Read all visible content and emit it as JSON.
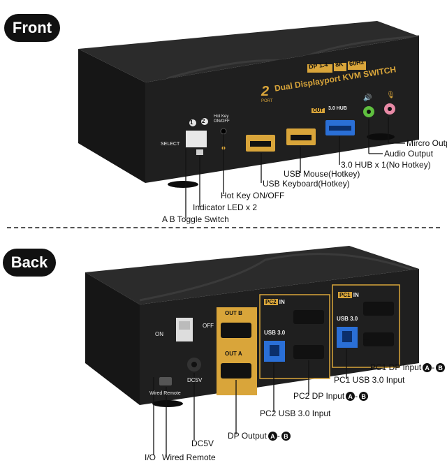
{
  "sections": {
    "front_label": "Front",
    "back_label": "Back"
  },
  "front_panel": {
    "badge_dp": "DP 1.4",
    "badge_8k": "8K",
    "badge_hz": "60Hz",
    "title": "Dual Displayport KVM SWITCH",
    "port_count": "2",
    "port_word": "PORT",
    "select_label": "SELECT",
    "select_1": "1",
    "select_2": "2",
    "hotkey_label": "Hot Key ON/OFF",
    "out_label": "OUT",
    "hub_label": "3.0 HUB"
  },
  "front_callouts": {
    "mic_output": "Mircro Output",
    "audio_output": "Audio Output",
    "hub": "3.0 HUB x 1(No Hotkey)",
    "usb_mouse": "USB Mouse(Hotkey)",
    "usb_keyboard": "USB Keyboard(Hotkey)",
    "hotkey_onoff": "Hot Key ON/OFF",
    "indicator_led": "Indicator LED x 2",
    "toggle_switch": "A B Toggle Switch"
  },
  "back_panel": {
    "on": "ON",
    "off": "OFF",
    "out_b": "OUT",
    "out_a": "OUT",
    "pc2_tag": "PC2",
    "pc1_tag": "PC1",
    "in_label": "IN",
    "usb30_pc2": "USB 3.0",
    "usb30_pc1": "USB 3.0",
    "dc5v": "DC5V",
    "wired_remote_label": "Wired Remote",
    "letter_a": "A",
    "letter_b": "B"
  },
  "back_callouts": {
    "pc1_dp": "PC1 DP Input",
    "pc1_usb": "PC1 USB 3.0 Input",
    "pc2_dp": "PC2 DP Input",
    "pc2_usb": "PC2 USB 3.0 Input",
    "dp_output": "DP Output",
    "dc5v": "DC5V",
    "io": "I/O",
    "wired_remote": "Wired Remote",
    "mark_a": "A",
    "mark_b": "B"
  },
  "colors": {
    "device_body": "#1f1f1f",
    "device_top": "#2b2b2b",
    "gold": "#d9a53a",
    "usb_blue": "#2a6fd6",
    "audio_green": "#5fbf3f",
    "audio_pink": "#e88aa6"
  }
}
